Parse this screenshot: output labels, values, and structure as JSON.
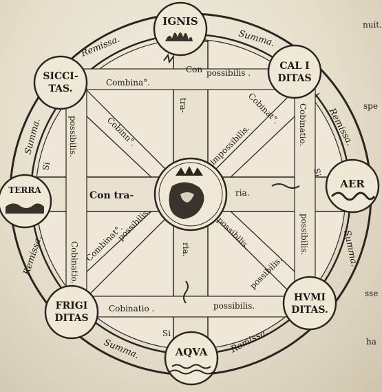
{
  "elements": {
    "top": "IGNIS",
    "right": "AER",
    "bottom": "AQVA",
    "left": "TERRA"
  },
  "qualities": {
    "top_left": [
      "SICCI-",
      "TAS."
    ],
    "top_right": [
      "CAL I",
      "DITAS"
    ],
    "bottom_right": [
      "HVMI",
      "DITAS."
    ],
    "bottom_left": [
      "FRIGI",
      "DITAS"
    ]
  },
  "rim_words": {
    "summa_top_right": "Summa.",
    "remissa_top_left": "Remissa.",
    "remissa_right": "Remissa.",
    "summa_right": "Summa.",
    "remissa_bottom_right": "Remissa.",
    "summa_bottom_left": "Summa.",
    "remissa_left": "Remissa.",
    "summa_left": "Summa."
  },
  "spokes": {
    "contraria_vertical_top": [
      "Con",
      "tra-"
    ],
    "contraria_vertical_bottom": "ria.",
    "contraria_horizontal_left": "Con tra-",
    "contraria_horizontal_right": "ria.",
    "combinatio_top": "Combina°.",
    "possibilis_top": "possibilis .",
    "combinatio_bottom": "Cobinatio .",
    "possibilis_bottom": "possibilis.",
    "combinatio_left": "Cobinatio.",
    "possibilis_left": "possibilis.",
    "combinatio_right": "Cobinatio.",
    "possibilis_right": "possibilis.",
    "impossibilis_ur": "impossibilis.",
    "combinatio_ur_diag": "Cobinat°.",
    "impossibilis_ll": "possibilis.",
    "combinatio_ll_diag": "Combinat°.",
    "possibilis_lr": "possibilis.",
    "impossibilis_ul": "Cobinn°.",
    "si_left": "Si",
    "si_bottom": "Si",
    "si_right": "Si",
    "impossibilis_lr_short": "possibilis."
  },
  "page_text_faded": [
    "nuit.",
    "spe",
    "sse",
    "ha"
  ]
}
